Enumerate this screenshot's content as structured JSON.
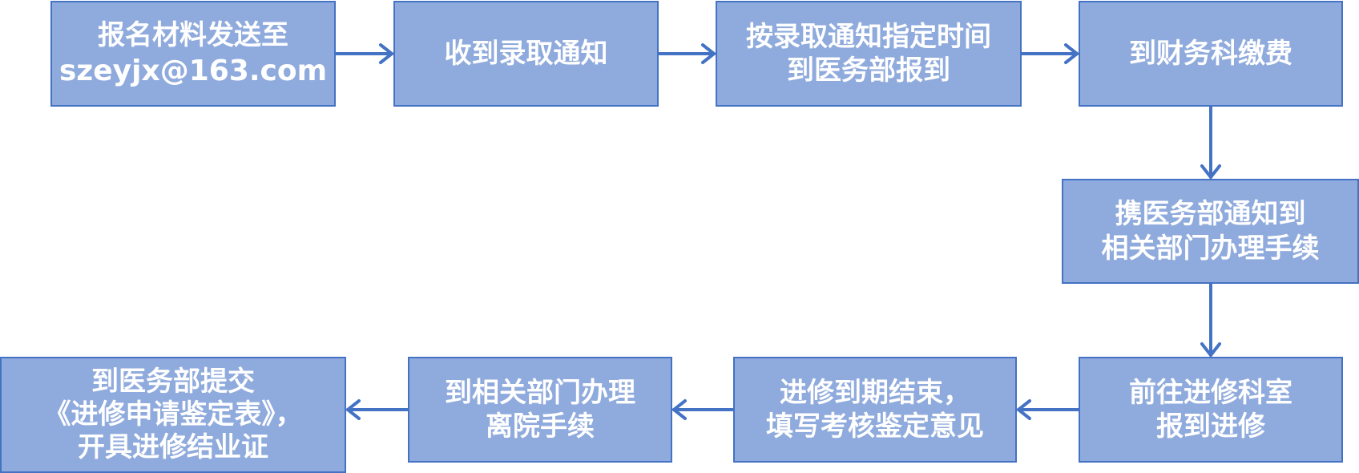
{
  "steps": [
    {
      "id": "step-1",
      "lines": [
        "报名材料发送至",
        "szeyjx@163.com"
      ]
    },
    {
      "id": "step-2",
      "lines": [
        "收到录取通知"
      ]
    },
    {
      "id": "step-3",
      "lines": [
        "按录取通知指定时间",
        "到医务部报到"
      ]
    },
    {
      "id": "step-4",
      "lines": [
        "到财务科缴费"
      ]
    },
    {
      "id": "step-5",
      "lines": [
        "携医务部通知到",
        "相关部门办理手续"
      ]
    },
    {
      "id": "step-6",
      "lines": [
        "前往进修科室",
        "报到进修"
      ]
    },
    {
      "id": "step-7",
      "lines": [
        "进修到期结束，",
        "填写考核鉴定意见"
      ]
    },
    {
      "id": "step-8",
      "lines": [
        "到相关部门办理",
        "离院手续"
      ]
    },
    {
      "id": "step-9",
      "lines": [
        "到医务部提交",
        "《进修申请鉴定表》，",
        "开具进修结业证"
      ]
    }
  ],
  "colors": {
    "box_fill": "#8faadc",
    "box_border": "#4472c4",
    "arrow": "#4472c4",
    "text": "#ffffff"
  }
}
